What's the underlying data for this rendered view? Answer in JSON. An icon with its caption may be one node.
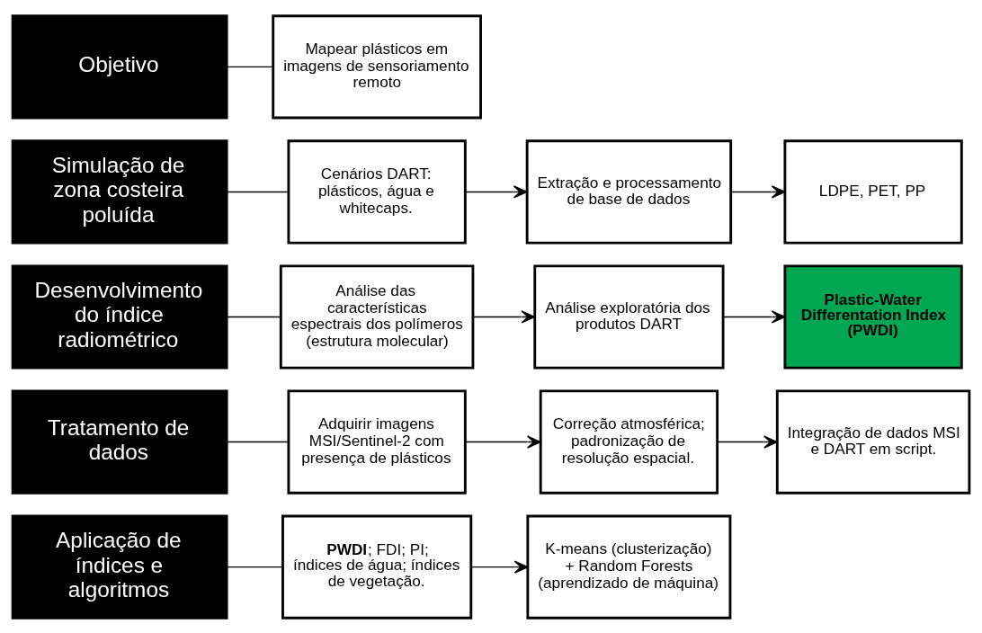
{
  "diagram": {
    "nodes": [
      {
        "text": [
          "Objetivo"
        ]
      },
      {
        "text": [
          "Mapear plásticos em imagens de sensoriamento remoto"
        ]
      },
      {
        "text": [
          "Simulação de zona costeira poluída"
        ]
      },
      {
        "text": [
          "Cenários DART: plásticos, água e whitecaps."
        ]
      },
      {
        "text": [
          "Extração e processamento de base de dados"
        ]
      },
      {
        "text": [
          "LDPE, PET, PP"
        ]
      },
      {
        "text": [
          "Desenvolvimento do índice radiométrico"
        ]
      },
      {
        "text": [
          "Análise das características espectrais dos polímeros (estrutura molecular)"
        ]
      },
      {
        "text": [
          "Análise exploratória dos produtos DART"
        ]
      },
      {
        "text": [
          "Plastic-Water Differentation Index (PWDI)"
        ]
      },
      {
        "text": [
          "Tratamento de dados"
        ]
      },
      {
        "text": [
          "Adquirir imagens MSI/Sentinel-2 com presença de plásticos"
        ]
      },
      {
        "text": [
          "Correção atmosférica; padronização de resolução espacial."
        ]
      },
      {
        "text": [
          "Integração de dados MSI e DART em script."
        ]
      },
      {
        "text": [
          "Aplicação de índices e algoritmos"
        ]
      },
      {
        "text": [
          "**PWDI**; FDI; PI; índices de água; índices de vegetação."
        ]
      },
      {
        "text": [
          "K-means (clusterização) + Random Forests (aprendizado de máquina)"
        ]
      }
    ],
    "edges": [
      {
        "from": 0,
        "to": 1,
        "arrow": "none"
      },
      {
        "from": 2,
        "to": 3,
        "arrow": "none"
      },
      {
        "from": 3,
        "to": 4,
        "arrow": "to"
      },
      {
        "from": 4,
        "to": 5,
        "arrow": "to"
      },
      {
        "from": 6,
        "to": 7,
        "arrow": "none"
      },
      {
        "from": 7,
        "to": 8,
        "arrow": "to"
      },
      {
        "from": 8,
        "to": 9,
        "arrow": "to"
      },
      {
        "from": 10,
        "to": 11,
        "arrow": "none"
      },
      {
        "from": 11,
        "to": 12,
        "arrow": "to"
      },
      {
        "from": 12,
        "to": 13,
        "arrow": "to"
      },
      {
        "from": 14,
        "to": 15,
        "arrow": "none"
      },
      {
        "from": 15,
        "to": 16,
        "arrow": "to"
      }
    ]
  }
}
